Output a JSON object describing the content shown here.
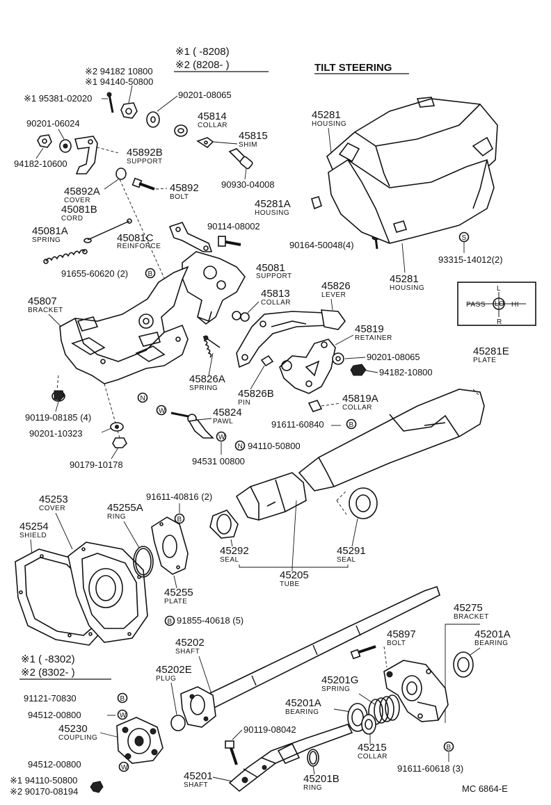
{
  "title": "TILT STEERING",
  "code": "MC 6864-E",
  "ranges_top": {
    "r1": "※1 (       -8208)",
    "r2": "※2 (8208-       )"
  },
  "ranges_left": {
    "r1": "※1 (       -8302)",
    "r2": "※2 (8302-       )"
  },
  "labels": {
    "l01": "※2 94182 10800",
    "l02": "※1 94140-50800",
    "l03": "※1 95381-02020",
    "l04": "90201-08065",
    "l05n": "45814",
    "l05t": "COLLAR",
    "l06n": "45815",
    "l06t": "SHIM",
    "l07": "90201-06024",
    "l08n": "45892B",
    "l08t": "SUPPORT",
    "l09": "94182-10600",
    "l10n": "45892A",
    "l10t": "COVER",
    "l11n": "45892",
    "l11t": "BOLT",
    "l12": "90930-04008",
    "l13n": "45081B",
    "l13t": "CORD",
    "l14n": "45281A",
    "l14t": "HOUSING",
    "l15n": "45081A",
    "l15t": "SPRING",
    "l16": "90114-08002",
    "l17n": "45081C",
    "l17t": "REINFORCE",
    "l18": "90164-50048(4)",
    "l19": "91655-60620 (2)",
    "l20n": "45081",
    "l20t": "SUPPORT",
    "l21n": "45281",
    "l21t": "HOUSING",
    "l22n": "45281",
    "l22t": "HOUSING",
    "l23": "93315-14012(2)",
    "l24n": "45807",
    "l24t": "BRACKET",
    "l25n": "45813",
    "l25t": "COLLAR",
    "l26n": "45826",
    "l26t": "LEVER",
    "l27n": "45819",
    "l27t": "RETAINER",
    "l28": "90201-08065",
    "l29": "94182-10800",
    "l30n": "45281E",
    "l30t": "PLATE",
    "l31n": "45826A",
    "l31t": "SPRING",
    "l32n": "45826B",
    "l32t": "PIN",
    "l33n": "45819A",
    "l33t": "COLLAR",
    "l34": "90119-08185 (4)",
    "l35n": "45824",
    "l35t": "PAWL",
    "l36": "91611-60840",
    "l37": "90201-10323",
    "l38": "94110-50800",
    "l39": "90179-10178",
    "l40": "94531 00800",
    "l41n": "45253",
    "l41t": "COVER",
    "l42n": "45255A",
    "l42t": "RING",
    "l43": "91611-40816 (2)",
    "l44n": "45254",
    "l44t": "SHIELD",
    "l45n": "45292",
    "l45t": "SEAL",
    "l46n": "45291",
    "l46t": "SEAL",
    "l47n": "45205",
    "l47t": "TUBE",
    "l48n": "45255",
    "l48t": "PLATE",
    "l49": "91855-40618 (5)",
    "l50n": "45275",
    "l50t": "BRACKET",
    "l51n": "45201A",
    "l51t": "BEARING",
    "l52n": "45897",
    "l52t": "BOLT",
    "l53n": "45202",
    "l53t": "SHAFT",
    "l54n": "45202E",
    "l54t": "PLUG",
    "l55n": "45201G",
    "l55t": "SPRING",
    "l56": "91121-70830",
    "l57n": "45201A",
    "l57t": "BEARING",
    "l58": "94512-00800",
    "l59n": "45230",
    "l59t": "COUPLING",
    "l60": "90119-08042",
    "l61n": "45215",
    "l61t": "COLLAR",
    "l62": "94512-00800",
    "l63": "91611-60618 (3)",
    "l64": "※1 94110-50800",
    "l65": "※2 90170-08194",
    "l66n": "45201",
    "l66t": "SHAFT",
    "l67n": "45201B",
    "l67t": "RING"
  },
  "plate_text": {
    "pass": "PASS",
    "hi": "HI",
    "lo": "LO",
    "l": "L",
    "r": "R"
  },
  "markers": {
    "b": "B",
    "w": "W",
    "n": "N",
    "s": "S"
  }
}
